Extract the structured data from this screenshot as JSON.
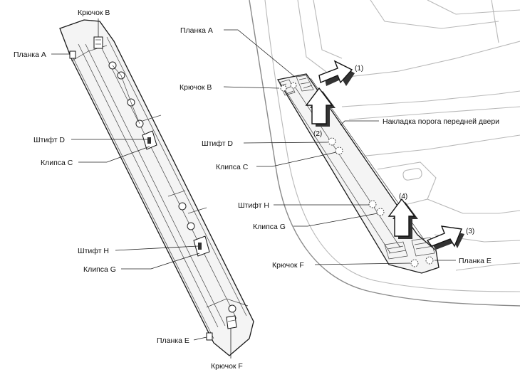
{
  "left_view": {
    "labels": {
      "hook_b": "Крючок B",
      "plank_a": "Планка А",
      "pin_d": "Штифт D",
      "clip_c": "Клипса C",
      "pin_h": "Штифт H",
      "clip_g": "Клипса G",
      "plank_e": "Планка E",
      "hook_f": "Крючок F"
    }
  },
  "right_view": {
    "labels": {
      "plank_a": "Планка А",
      "hook_b": "Крючок B",
      "pin_d": "Штифт D",
      "clip_c": "Клипса C",
      "pin_h": "Штифт H",
      "clip_g": "Клипса G",
      "hook_f": "Крючок F",
      "trim": "Накладка порога передней двери",
      "plank_e": "Планка E"
    },
    "steps": {
      "s1": "(1)",
      "s2": "(2)",
      "s3": "(3)",
      "s4": "(4)"
    }
  }
}
